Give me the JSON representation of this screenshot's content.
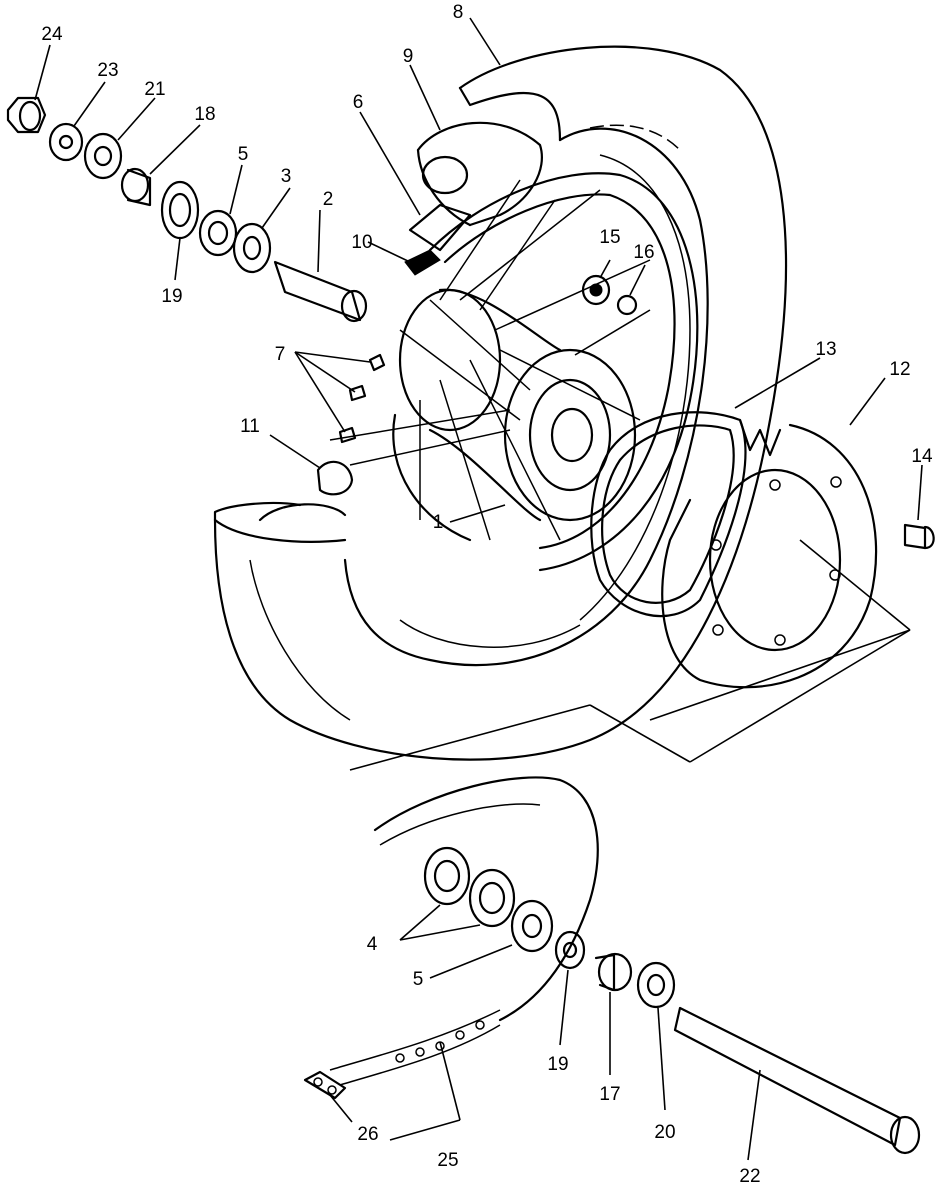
{
  "diagram": {
    "labels": {
      "p1": "1",
      "p2": "2",
      "p3": "3",
      "p4": "4",
      "p5a": "5",
      "p5b": "5",
      "p6": "6",
      "p7": "7",
      "p8": "8",
      "p9": "9",
      "p10": "10",
      "p11": "11",
      "p12": "12",
      "p13": "13",
      "p14": "14",
      "p15": "15",
      "p16": "16",
      "p17": "17",
      "p18": "18",
      "p19a": "19",
      "p19b": "19",
      "p20": "20",
      "p21": "21",
      "p22": "22",
      "p23": "23",
      "p24": "24",
      "p25": "25",
      "p26": "26"
    }
  }
}
